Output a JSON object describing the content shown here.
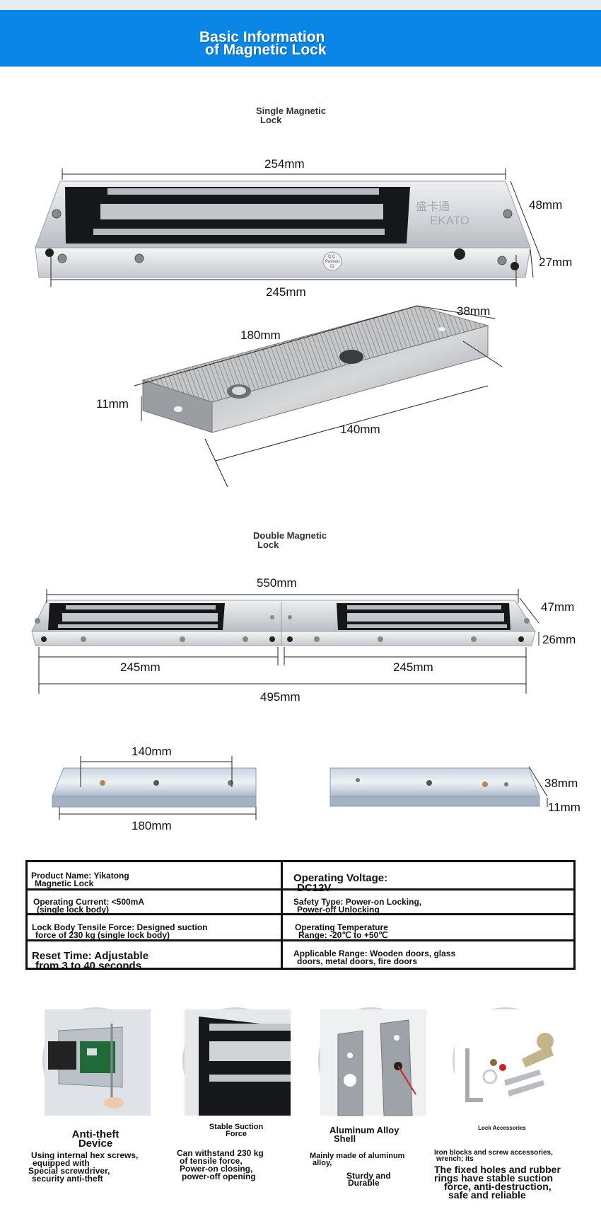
{
  "banner": {
    "title_line1": "Basic Information",
    "title_line2": "of Magnetic Lock"
  },
  "single": {
    "heading_line1": "Single Magnetic",
    "heading_line2": "Lock",
    "logo_text": "EKATO",
    "qc_line1": "Q.C.",
    "qc_line2": "Passed",
    "qc_line3": "02",
    "dims": {
      "top_length": "254mm",
      "height_front": "48mm",
      "height_side": "27mm",
      "bottom_length": "245mm",
      "plate_length": "180mm",
      "plate_width": "38mm",
      "plate_thickness": "11mm",
      "hole_spacing": "140mm"
    }
  },
  "double": {
    "heading_line1": "Double Magnetic",
    "heading_line2": "Lock",
    "dims": {
      "top_length": "550mm",
      "height_front": "47mm",
      "height_side": "26mm",
      "left_length": "245mm",
      "right_length": "245mm",
      "total_length": "495mm",
      "plate_hole_spacing": "140mm",
      "plate_length": "180mm",
      "plate_width": "38mm",
      "plate_thickness": "11mm"
    }
  },
  "specs": {
    "product_name_1": "Product Name: Yikatong",
    "product_name_2": "Magnetic Lock",
    "voltage_1": "Operating Voltage:",
    "voltage_2": "DC12V",
    "current_1": "Operating Current: <500mA",
    "current_2": "(single lock body)",
    "safety_1": "Safety Type: Power-on Locking,",
    "safety_2": "Power-off Unlocking",
    "tensile_1": "Lock Body Tensile Force: Designed suction",
    "tensile_2": "force of 230 kg (single lock body)",
    "temp_1": "Operating Temperature",
    "temp_2": "Range: -20℃ to +50℃",
    "reset_1": "Reset Time: Adjustable",
    "reset_2": "from 3 to 40 seconds",
    "range_1": "Applicable Range: Wooden doors, glass",
    "range_2": "doors, metal doors, fire doors"
  },
  "features": [
    {
      "title_1": "Anti-theft",
      "title_2": "Device",
      "desc_1": "Using internal hex screws,",
      "desc_2": "equipped with",
      "desc_3": "Special screwdriver,",
      "desc_4": "security anti-theft"
    },
    {
      "title_1": "Stable Suction",
      "title_2": "Force",
      "desc_1": "Can withstand 230 kg",
      "desc_2": "of tensile force,",
      "desc_3": "Power-on closing,",
      "desc_4": "power-off opening"
    },
    {
      "title_1": "Aluminum Alloy",
      "title_2": "Shell",
      "desc_1": "Mainly made of aluminum",
      "desc_2": "alloy,",
      "desc_3": "Sturdy and",
      "desc_4": "Durable"
    },
    {
      "title_1": "Lock Accessories",
      "desc_1": "Iron blocks and screw accessories,",
      "desc_2": "wrench; its",
      "desc_3": "The fixed holes and rubber",
      "desc_4": "rings have stable suction",
      "desc_5": "force, anti-destruction,",
      "desc_6": "safe and reliable"
    }
  ],
  "colors": {
    "banner": "#0a86e6",
    "aluminum": "#d6dadf",
    "magnet": "#15171a"
  }
}
